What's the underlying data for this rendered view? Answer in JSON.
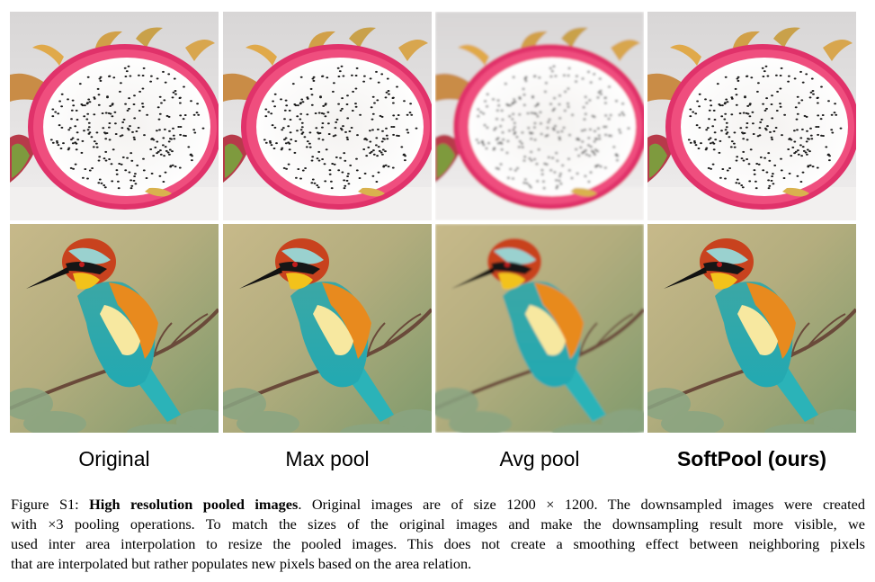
{
  "columns": [
    {
      "label": "Original",
      "bold": false,
      "quality": "sharp"
    },
    {
      "label": "Max pool",
      "bold": false,
      "quality": "blocky"
    },
    {
      "label": "Avg pool",
      "bold": false,
      "quality": "blurred"
    },
    {
      "label": "SoftPool (ours)",
      "bold": true,
      "quality": "sharp"
    }
  ],
  "rows": [
    {
      "subject": "dragon-fruit"
    },
    {
      "subject": "bee-eater-bird"
    }
  ],
  "caption": {
    "prefix": "Figure S1: ",
    "title": "High resolution pooled images",
    "line1_rest": ". Original images are of size 1200 × 1200. The downsampled images were created",
    "line2": "with ×3 pooling operations. To match the sizes of the original images and make the downsampling result more visible, we",
    "line3": "used inter area interpolation to resize the pooled images. This does not create a smoothing effect between neighboring pixels",
    "line4": "that are interpolated but rather populates new pixels based on the area relation."
  }
}
